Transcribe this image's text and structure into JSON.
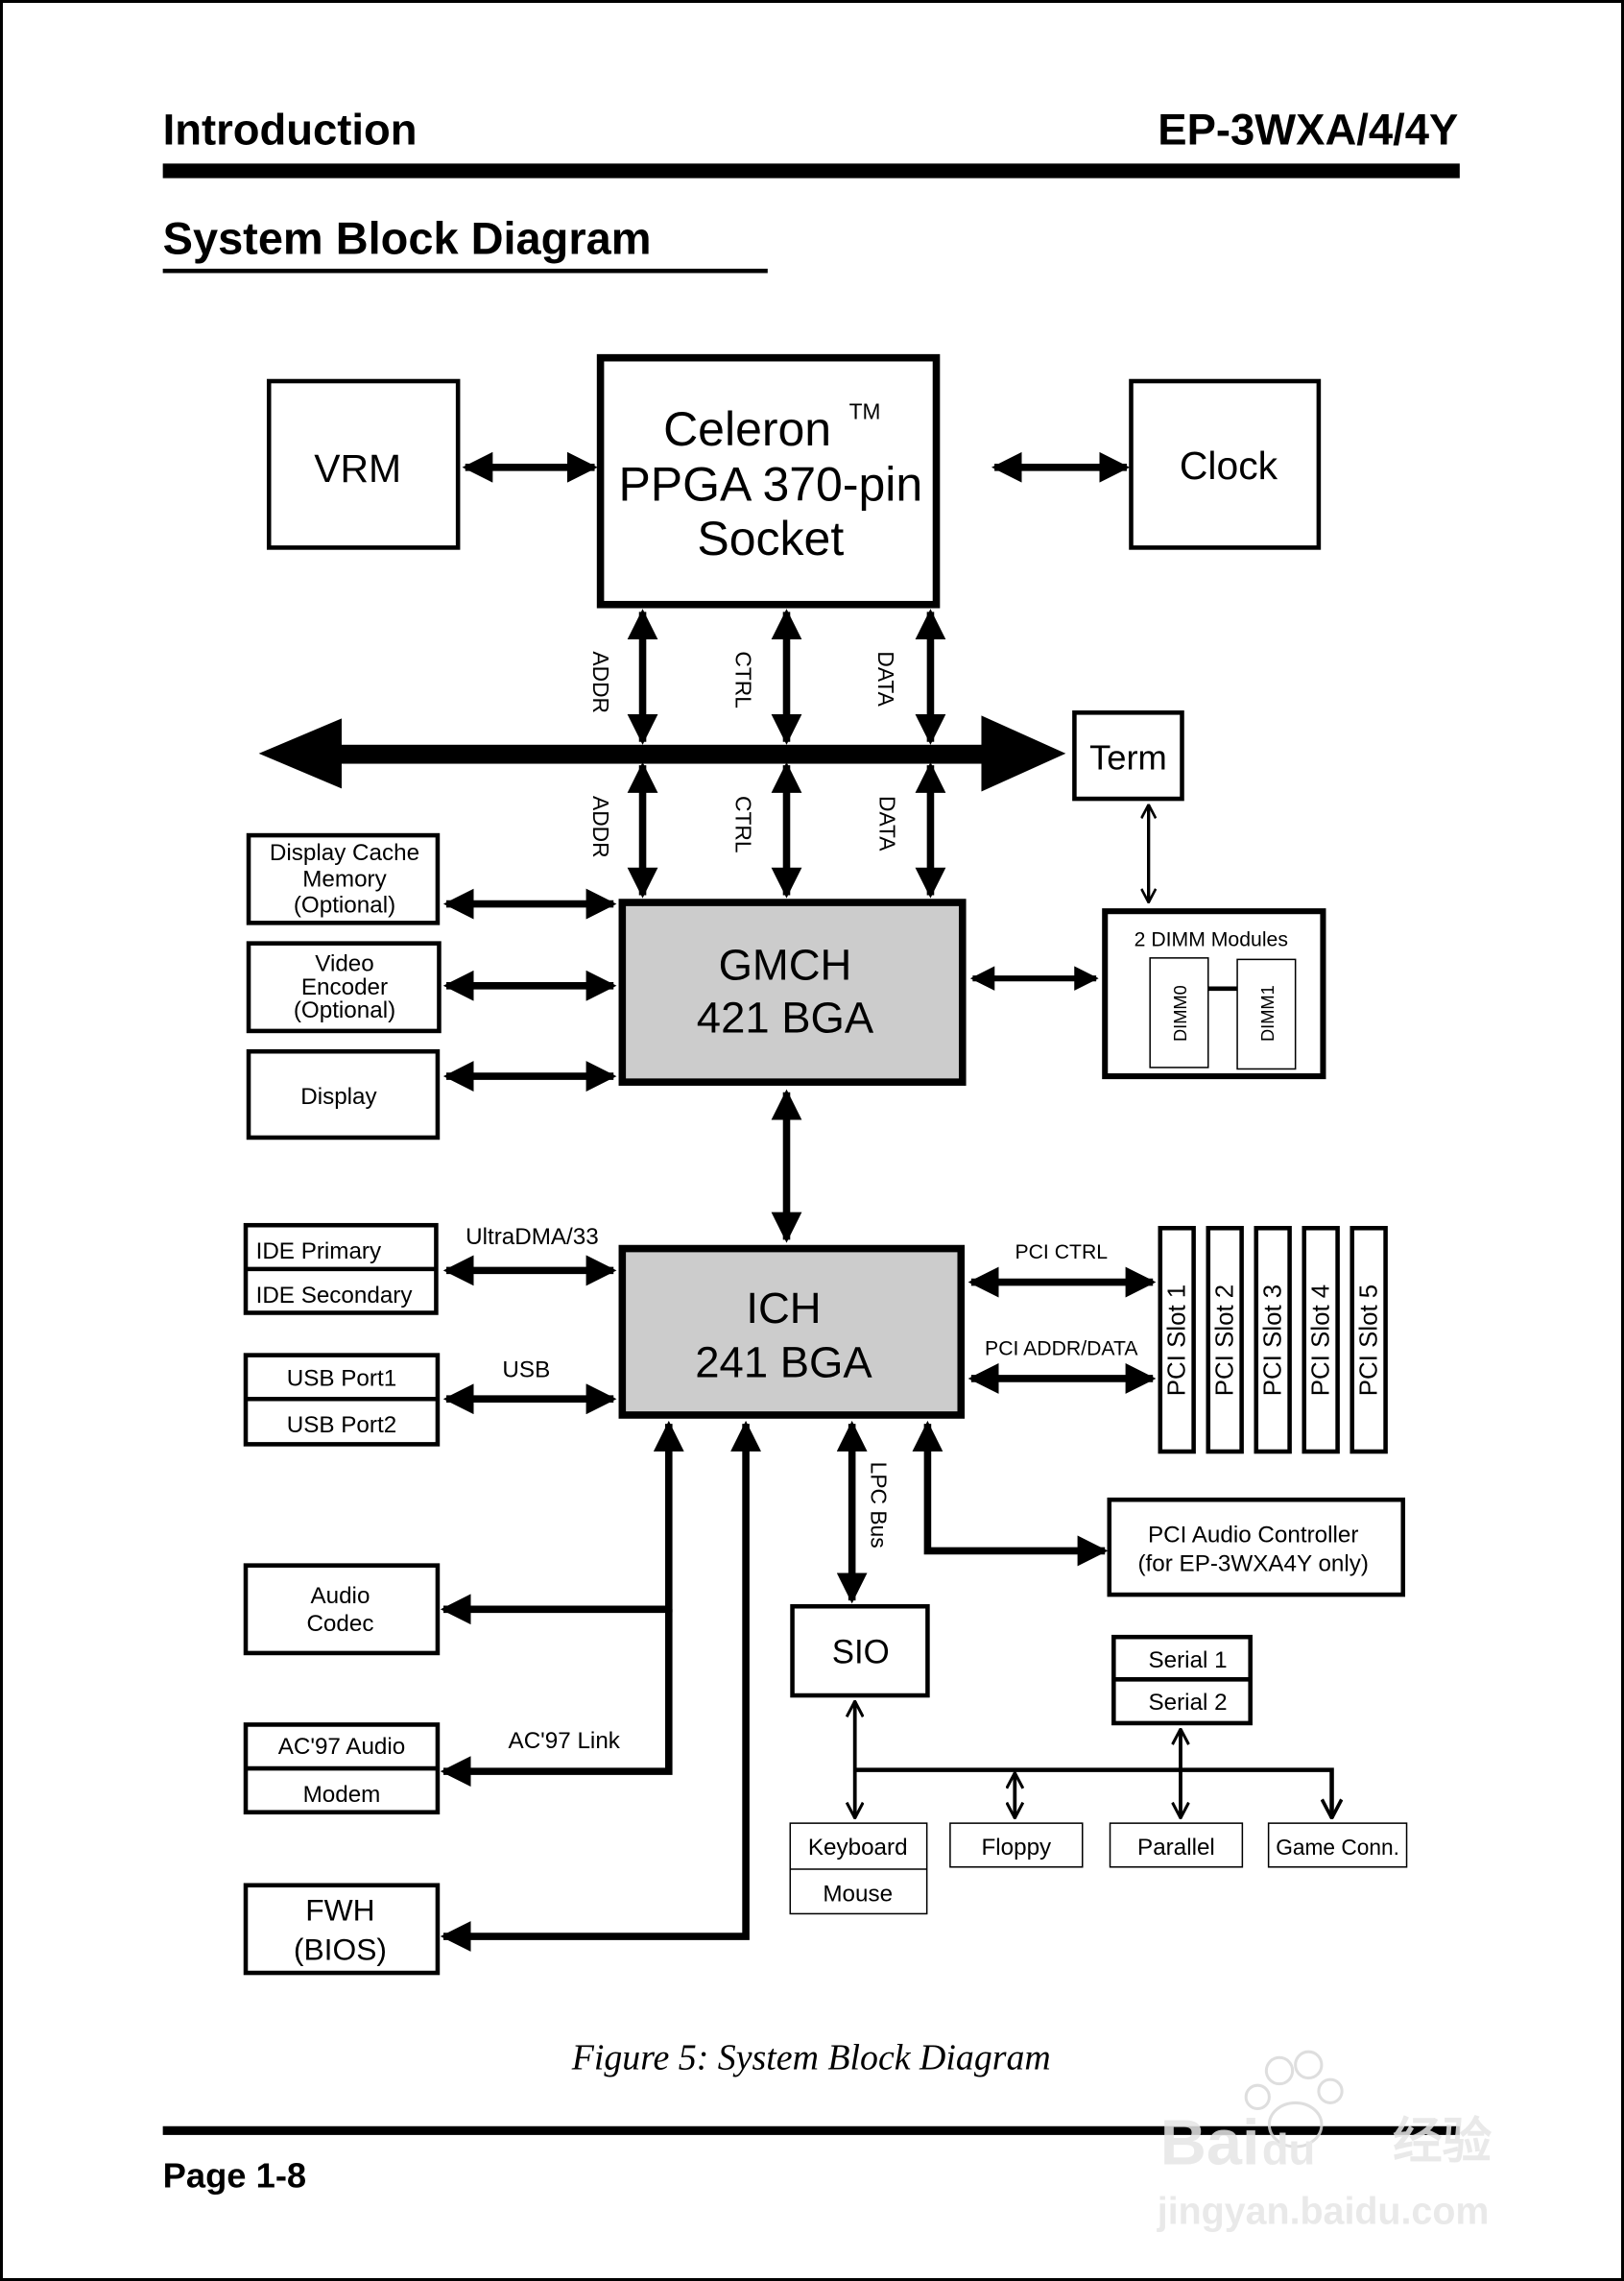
{
  "header": {
    "section": "Introduction",
    "model": "EP-3WXA/4/4Y"
  },
  "title": "System Block Diagram",
  "diagram": {
    "cpu": {
      "line1": "Celeron",
      "tm": "TM",
      "line2": "PPGA 370-pin",
      "line3": "Socket"
    },
    "vrm": "VRM",
    "clock": "Clock",
    "term": "Term",
    "bus_labels": {
      "upper": [
        "ADDR",
        "CTRL",
        "DATA"
      ],
      "lower": [
        "ADDR",
        "CTRL",
        "DATA"
      ]
    },
    "gmch": {
      "line1": "GMCH",
      "line2": "421 BGA"
    },
    "gmch_peripherals": [
      {
        "lines": [
          "Display Cache",
          "Memory",
          "(Optional)"
        ]
      },
      {
        "lines": [
          "Video",
          "Encoder",
          "(Optional)"
        ]
      },
      {
        "lines": [
          "Display"
        ]
      }
    ],
    "dimm": {
      "title": "2 DIMM Modules",
      "slots": [
        "DIMM0",
        "DIMM1"
      ]
    },
    "ich": {
      "line1": "ICH",
      "line2": "241 BGA"
    },
    "ide": {
      "primary": "IDE Primary",
      "secondary": "IDE Secondary",
      "link": "UltraDMA/33"
    },
    "usb": {
      "port1": "USB Port1",
      "port2": "USB Port2",
      "link": "USB"
    },
    "pci": {
      "ctrl_label": "PCI CTRL",
      "addr_label": "PCI ADDR/DATA",
      "slots": [
        "PCI Slot 1",
        "PCI Slot 2",
        "PCI Slot 3",
        "PCI Slot 4",
        "PCI Slot 5"
      ]
    },
    "audio_codec": [
      "Audio",
      "Codec"
    ],
    "ac97": {
      "audio": "AC'97 Audio",
      "modem": "Modem",
      "link": "AC'97 Link"
    },
    "fwh": [
      "FWH",
      "(BIOS)"
    ],
    "lpc_label": "LPC Bus",
    "sio": "SIO",
    "pci_audio": [
      "PCI Audio Controller",
      "(for EP-3WXA4Y only)"
    ],
    "serial": [
      "Serial 1",
      "Serial 2"
    ],
    "keyboard": "Keyboard",
    "mouse": "Mouse",
    "floppy": "Floppy",
    "parallel": "Parallel",
    "game": "Game Conn."
  },
  "caption": "Figure 5:  System Block Diagram",
  "footer": {
    "page": "Page 1-8"
  },
  "watermark": {
    "brand": "Bai",
    "brand2": "du",
    "cn": "经验",
    "url": "jingyan.baidu.com"
  },
  "colors": {
    "chip_fill": "#cccccc",
    "ink": "#000000",
    "watermark": "#e0e0e0"
  }
}
